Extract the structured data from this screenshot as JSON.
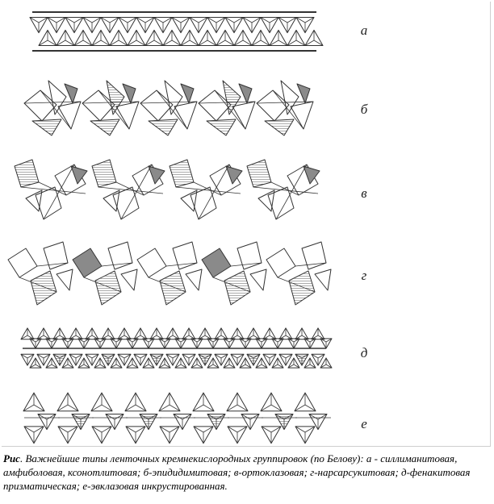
{
  "figure": {
    "bands": [
      {
        "id": "a",
        "label": "а"
      },
      {
        "id": "b",
        "label": "б"
      },
      {
        "id": "v",
        "label": "в"
      },
      {
        "id": "g",
        "label": "г"
      },
      {
        "id": "d",
        "label": "д"
      },
      {
        "id": "e",
        "label": "е"
      }
    ],
    "caption": {
      "prefix": "Рис",
      "text": ". Важнейшие типы ленточных кремнекислородных группировок (по Белову): а - силлиманитовая, амфиболовая, ксонотлитовая; б-эпидидимитовая; в-ортоклазовая; г-нарсарсукитовая; д-фенакитовая призматическая; е-эвклазовая инкрустированная."
    }
  },
  "colors": {
    "ink": "#333333",
    "hatch": "#555555",
    "shade": "#8a8a8a"
  }
}
